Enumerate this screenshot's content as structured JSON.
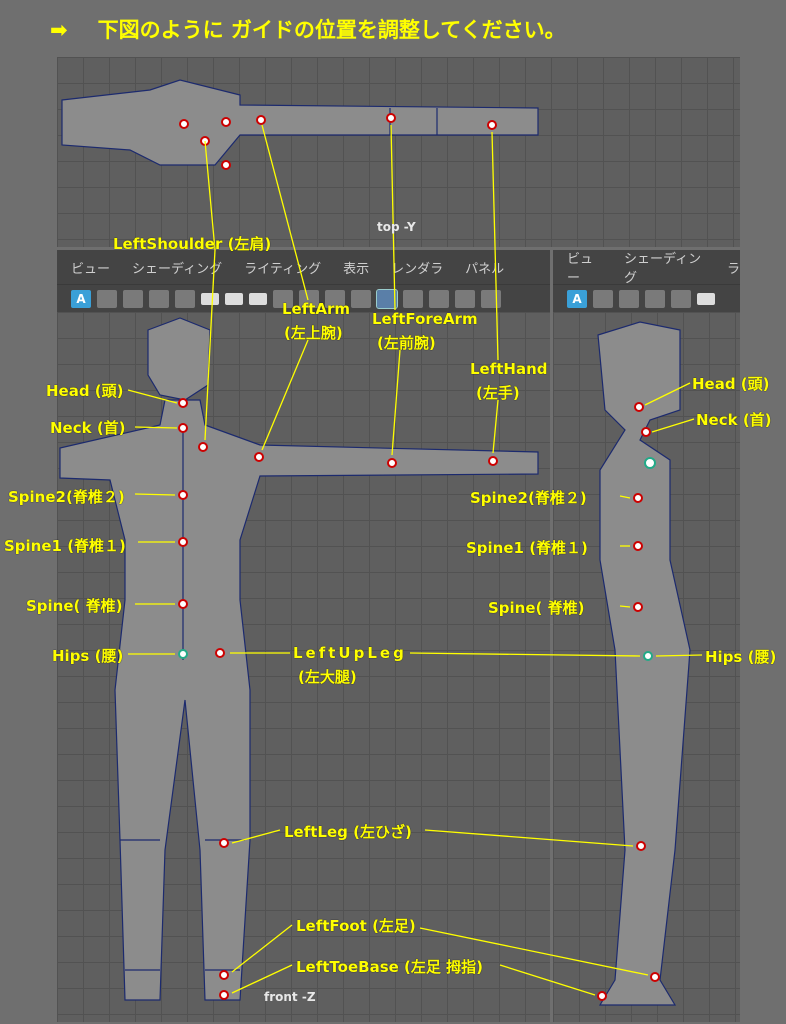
{
  "title": {
    "icon": "right-arrow-icon",
    "arrow": "➡",
    "text": "下図のように ガイドの位置を調整してください。"
  },
  "menu": {
    "left": [
      "ビュー",
      "シェーディング",
      "ライティング",
      "表示",
      "レンダラ",
      "パネル"
    ],
    "right": [
      "ビュー",
      "シェーディング",
      "ラ"
    ]
  },
  "viewports": {
    "top": "top -Y",
    "front": "front -Z"
  },
  "labels": {
    "left_shoulder": "LeftShoulder (左肩)",
    "left_arm": "LeftArm",
    "left_arm_jp": "(左上腕)",
    "left_forearm": "LeftForeArm",
    "left_forearm_jp": "(左前腕)",
    "left_hand": "LeftHand",
    "left_hand_jp": "(左手)",
    "head": "Head (頭)",
    "neck": "Neck (首)",
    "spine2": "Spine2(脊椎２)",
    "spine1": "Spine1 (脊椎１)",
    "spine": "Spine( 脊椎)",
    "hips": "Hips (腰)",
    "left_upleg": "LeftUpLeg",
    "left_upleg_jp": "(左大腿)",
    "left_leg": "LeftLeg (左ひざ)",
    "left_foot": "LeftFoot (左足)",
    "left_toebase": "LeftToeBase (左足 拇指)"
  },
  "colors": {
    "label": "#ffff00",
    "background": "#6f6f6f",
    "mesh_edge": "#1c2a6e"
  }
}
